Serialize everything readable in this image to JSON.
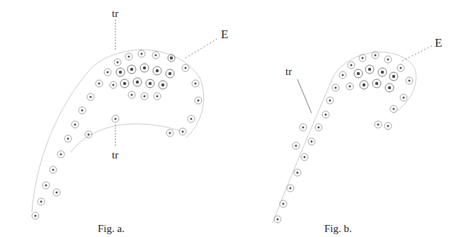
{
  "diagram": {
    "labels": [
      "tr",
      "E",
      "tr",
      "Fig. a.",
      "tr",
      "E",
      "Fig. b."
    ]
  }
}
